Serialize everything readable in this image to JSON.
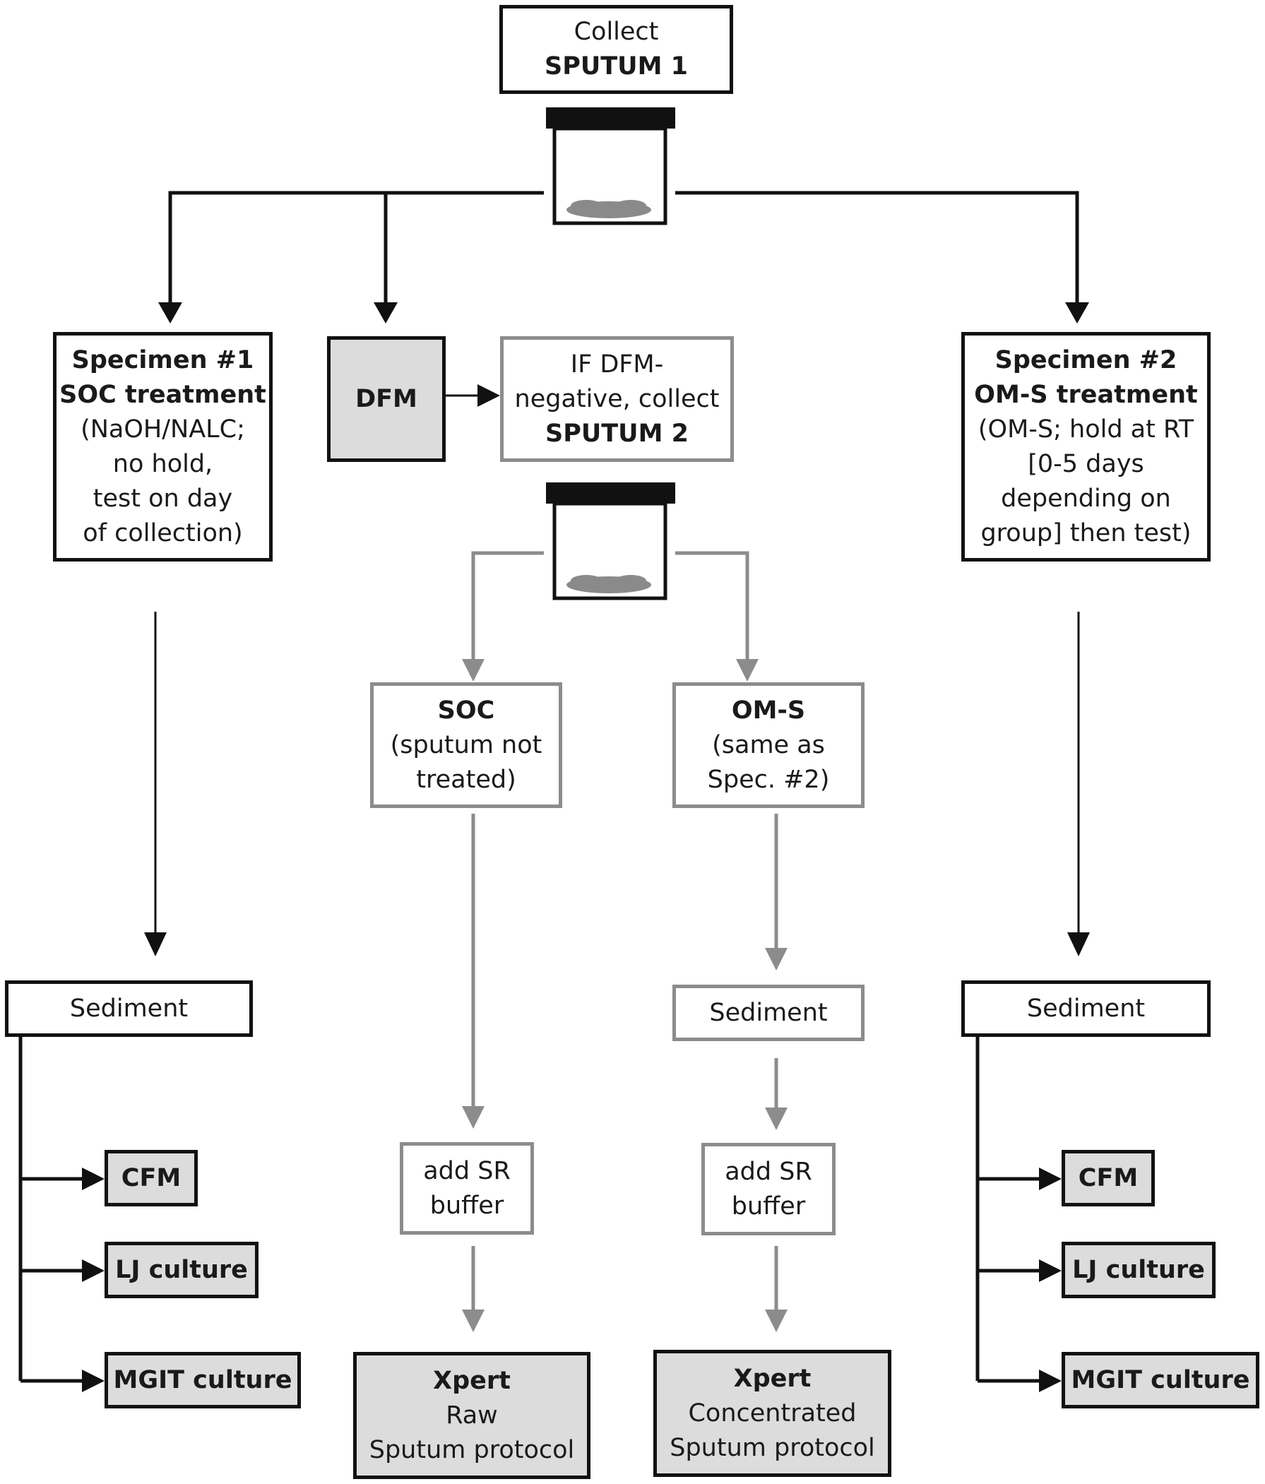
{
  "sputum1": {
    "line1": "Collect",
    "line2": "SPUTUM 1"
  },
  "specimen1": {
    "title1": "Specimen #1",
    "title2": "SOC treatment",
    "l1": "(NaOH/NALC;",
    "l2": "no hold,",
    "l3": "test on day",
    "l4": "of collection)"
  },
  "dfm": {
    "label": "DFM"
  },
  "sputum2": {
    "l1": "IF DFM-",
    "l2": "negative, collect",
    "l3": "SPUTUM 2"
  },
  "specimen2": {
    "title1": "Specimen #2",
    "title2": "OM-S treatment",
    "l1": "(OM-S; hold at RT",
    "l2": "[0-5 days",
    "l3": "depending on",
    "l4": "group] then test)"
  },
  "soc": {
    "title": "SOC",
    "l1": "(sputum not",
    "l2": "treated)"
  },
  "oms": {
    "title": "OM-S",
    "l1": "(same as",
    "l2": "Spec. #2)"
  },
  "sediment_left": "Sediment",
  "sediment_mid": "Sediment",
  "sediment_right": "Sediment",
  "sr_left": {
    "l1": "add SR",
    "l2": "buffer"
  },
  "sr_right": {
    "l1": "add SR",
    "l2": "buffer"
  },
  "left_outputs": {
    "cfm": "CFM",
    "lj": "LJ culture",
    "mgit": "MGIT culture"
  },
  "right_outputs": {
    "cfm": "CFM",
    "lj": "LJ culture",
    "mgit": "MGIT culture"
  },
  "xpert_raw": {
    "title": "Xpert",
    "l1": "Raw",
    "l2": "Sputum protocol"
  },
  "xpert_conc": {
    "title": "Xpert",
    "l1": "Concentrated",
    "l2": "Sputum protocol"
  },
  "colors": {
    "black_path": "#111111",
    "gray_path": "#8c8c8c",
    "box_fill": "#dcdcdc",
    "sputum_blob": "#8a8a8a"
  }
}
